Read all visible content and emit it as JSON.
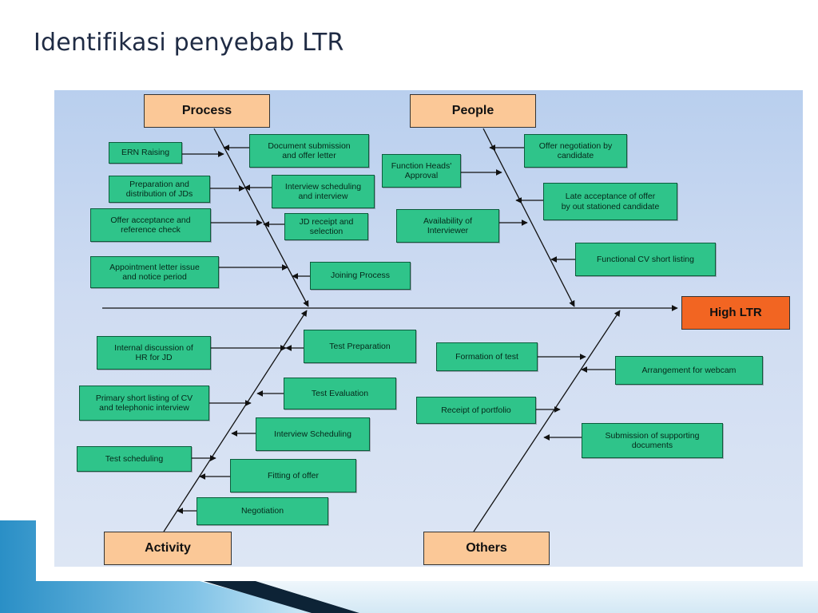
{
  "title": "Identifikasi penyebab LTR",
  "effect": "High LTR",
  "categories": {
    "process": "Process",
    "people": "People",
    "activity": "Activity",
    "others": "Others"
  },
  "process": {
    "ern_raising": "ERN Raising",
    "document_submission": "Document submission\nand offer letter",
    "preparation_jds": "Preparation and\ndistribution of JDs",
    "interview_scheduling": "Interview scheduling\nand interview",
    "offer_acceptance": "Offer acceptance and\nreference check",
    "jd_receipt": "JD receipt and\nselection",
    "appointment_letter": "Appointment letter issue\nand notice period",
    "joining_process": "Joining Process"
  },
  "people": {
    "offer_negotiation": "Offer negotiation by\ncandidate",
    "function_heads": "Function Heads'\nApproval",
    "late_acceptance": "Late acceptance of offer\nby out stationed candidate",
    "availability": "Availability of\nInterviewer",
    "functional_cv": "Functional CV short listing"
  },
  "activity": {
    "internal_discussion": "Internal discussion of\nHR for JD",
    "test_preparation": "Test Preparation",
    "primary_shortlisting": "Primary short listing of CV\nand telephonic interview",
    "test_evaluation": "Test Evaluation",
    "interview_scheduling": "Interview Scheduling",
    "test_scheduling": "Test scheduling",
    "fitting_offer": "Fitting of offer",
    "negotiation": "Negotiation"
  },
  "others": {
    "formation_test": "Formation of test",
    "arrangement_webcam": "Arrangement for webcam",
    "receipt_portfolio": "Receipt of portfolio",
    "submission_documents": "Submission of supporting\ndocuments"
  },
  "colors": {
    "title": "#1f2b44",
    "cause_fill": "#2fc48a",
    "category_fill": "#fbc897",
    "effect_fill": "#f26522",
    "panel_top": "#b9cfee",
    "footer_blue": "#2a8fc6"
  }
}
